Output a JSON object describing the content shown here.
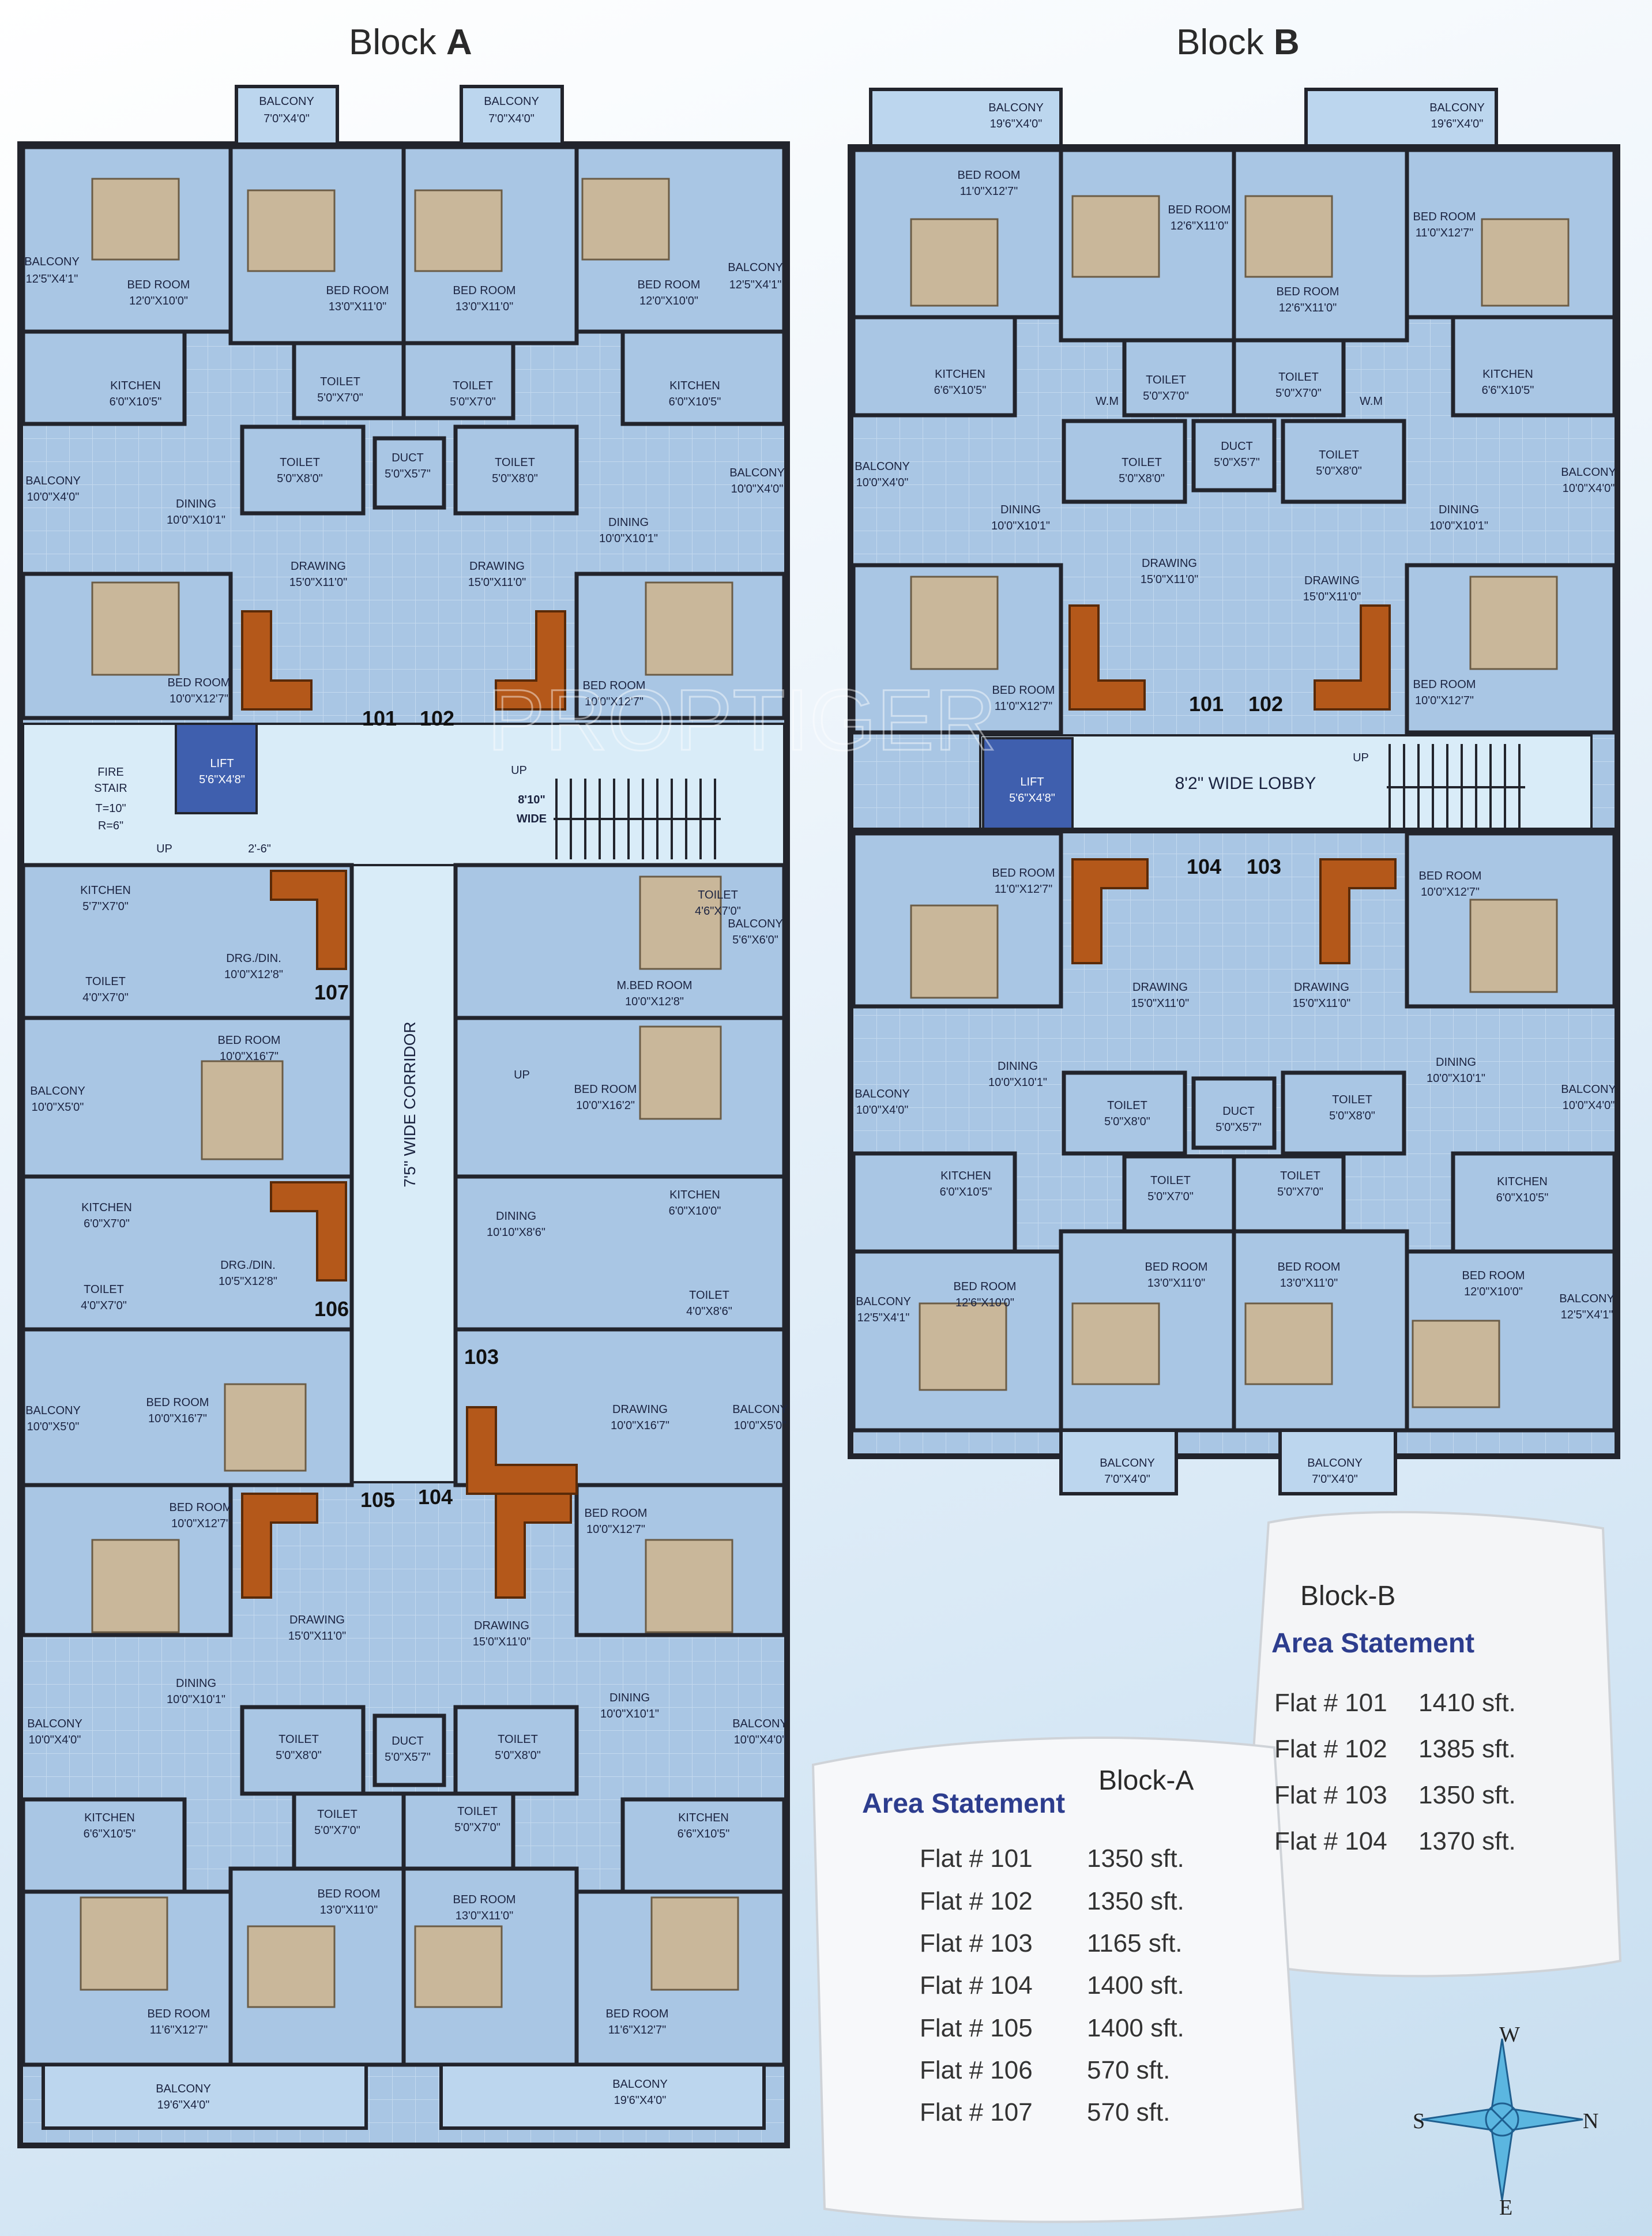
{
  "block_titles": {
    "a_prefix": "Block ",
    "a_letter": "A",
    "b_prefix": "Block ",
    "b_letter": "B"
  },
  "watermark": "PROPTIGER",
  "block_a": {
    "rooms": {
      "bal_top_l": "BALCONY",
      "bal_top_l_dim": "7'0\"X4'0\"",
      "bal_top_r": "BALCONY",
      "bal_top_r_dim": "7'0\"X4'0\"",
      "bal_l1": "BALCONY",
      "bal_l1_dim": "12'5\"X4'1\"",
      "bal_r1": "BALCONY",
      "bal_r1_dim": "12'5\"X4'1\"",
      "bed1": "BED ROOM",
      "bed1_dim": "12'0\"X10'0\"",
      "bed2": "BED ROOM",
      "bed2_dim": "13'0\"X11'0\"",
      "bed3": "BED ROOM",
      "bed3_dim": "13'0\"X11'0\"",
      "bed4": "BED ROOM",
      "bed4_dim": "12'0\"X10'0\"",
      "kit1": "KITCHEN",
      "kit1_dim": "6'0\"X10'5\"",
      "kit2": "KITCHEN",
      "kit2_dim": "6'0\"X10'5\"",
      "toi1": "TOILET",
      "toi1_dim": "5'0\"X7'0\"",
      "toi2": "TOILET",
      "toi2_dim": "5'0\"X7'0\"",
      "toi3": "TOILET",
      "toi3_dim": "5'0\"X8'0\"",
      "toi4": "TOILET",
      "toi4_dim": "5'0\"X8'0\"",
      "duct1": "DUCT",
      "duct1_dim": "5'0\"X5'7\"",
      "bal_l2": "BALCONY",
      "bal_l2_dim": "10'0\"X4'0\"",
      "bal_r2": "BALCONY",
      "bal_r2_dim": "10'0\"X4'0\"",
      "din1": "DINING",
      "din1_dim": "10'0\"X10'1\"",
      "din2": "DINING",
      "din2_dim": "10'0\"X10'1\"",
      "drw1": "DRAWING",
      "drw1_dim": "15'0\"X11'0\"",
      "drw2": "DRAWING",
      "drw2_dim": "15'0\"X11'0\"",
      "bed5": "BED ROOM",
      "bed5_dim": "10'0\"X12'7\"",
      "bed6": "BED ROOM",
      "bed6_dim": "10'0\"X12'7\"",
      "lift": "LIFT",
      "lift_dim": "5'6\"X4'8\"",
      "fire": "FIRE",
      "stair": "STAIR",
      "tread": "T=10\"",
      "riser": "R=6\"",
      "up1": "UP",
      "up2": "UP",
      "w26": "2'-6\"",
      "up3": "UP",
      "wide810": "8'10\"",
      "wide": "WIDE",
      "corridor": "7'5\" WIDE CORRIDOR",
      "kit107": "KITCHEN",
      "kit107_dim": "5'7\"X7'0\"",
      "toi107": "TOILET",
      "toi107_dim": "4'0\"X7'0\"",
      "drg107": "DRG./DIN.",
      "drg107_dim": "10'0\"X12'8\"",
      "bal107": "BALCONY",
      "bal107_dim": "10'0\"X5'0\"",
      "bed107": "BED ROOM",
      "bed107_dim": "10'0\"X16'7\"",
      "kit106": "KITCHEN",
      "kit106_dim": "6'0\"X7'0\"",
      "toi106": "TOILET",
      "toi106_dim": "4'0\"X7'0\"",
      "drg106": "DRG./DIN.",
      "drg106_dim": "10'5\"X12'8\"",
      "bal106": "BALCONY",
      "bal106_dim": "10'0\"X5'0\"",
      "bed106": "BED ROOM",
      "bed106_dim": "10'0\"X16'7\"",
      "toi103a": "TOILET",
      "toi103a_dim": "4'6\"X7'0\"",
      "bal103a": "BALCONY",
      "bal103a_dim": "5'6\"X6'0\"",
      "mbed103": "M.BED ROOM",
      "mbed103_dim": "10'0\"X12'8\"",
      "bed103": "BED ROOM",
      "bed103_dim": "10'0\"X16'2\"",
      "kit103": "KITCHEN",
      "kit103_dim": "6'0\"X10'0\"",
      "din103": "DINING",
      "din103_dim": "10'10\"X8'6\"",
      "toi103b": "TOILET",
      "toi103b_dim": "4'0\"X8'6\"",
      "drw103": "DRAWING",
      "drw103_dim": "10'0\"X16'7\"",
      "bal103b": "BALCONY",
      "bal103b_dim": "10'0\"X5'0\"",
      "bed105": "BED ROOM",
      "bed105_dim": "10'0\"X12'7\"",
      "bed104": "BED ROOM",
      "bed104_dim": "10'0\"X12'7\"",
      "drw105": "DRAWING",
      "drw105_dim": "15'0\"X11'0\"",
      "drw104": "DRAWING",
      "drw104_dim": "15'0\"X11'0\"",
      "din105": "DINING",
      "din105_dim": "10'0\"X10'1\"",
      "din104": "DINING",
      "din104_dim": "10'0\"X10'1\"",
      "bal105": "BALCONY",
      "bal105_dim": "10'0\"X4'0\"",
      "bal104": "BALCONY",
      "bal104_dim": "10'0\"X4'0\"",
      "toi105a": "TOILET",
      "toi105a_dim": "5'0\"X8'0\"",
      "toi104a": "TOILET",
      "toi104a_dim": "5'0\"X8'0\"",
      "duct2": "DUCT",
      "duct2_dim": "5'0\"X5'7\"",
      "toi105b": "TOILET",
      "toi105b_dim": "5'0\"X7'0\"",
      "toi104b": "TOILET",
      "toi104b_dim": "5'0\"X7'0\"",
      "kit105": "KITCHEN",
      "kit105_dim": "6'6\"X10'5\"",
      "kit104": "KITCHEN",
      "kit104_dim": "6'6\"X10'5\"",
      "bed105b": "BED ROOM",
      "bed105b_dim": "13'0\"X11'0\"",
      "bed104b": "BED ROOM",
      "bed104b_dim": "13'0\"X11'0\"",
      "bed105c": "BED ROOM",
      "bed105c_dim": "11'6\"X12'7\"",
      "bed104c": "BED ROOM",
      "bed104c_dim": "11'6\"X12'7\"",
      "bal105b": "BALCONY",
      "bal105b_dim": "19'6\"X4'0\"",
      "bal104b": "BALCONY",
      "bal104b_dim": "19'6\"X4'0\""
    },
    "flats": {
      "f101": "101",
      "f102": "102",
      "f107": "107",
      "f106": "106",
      "f103": "103",
      "f105": "105",
      "f104": "104"
    }
  },
  "block_b": {
    "rooms": {
      "bal_t1": "BALCONY",
      "bal_t1_dim": "19'6\"X4'0\"",
      "bal_t2": "BALCONY",
      "bal_t2_dim": "19'6\"X4'0\"",
      "bed1": "BED ROOM",
      "bed1_dim": "11'0\"X12'7\"",
      "bed2": "BED ROOM",
      "bed2_dim": "12'6\"X11'0\"",
      "bed3": "BED ROOM",
      "bed3_dim": "12'6\"X11'0\"",
      "bed4": "BED ROOM",
      "bed4_dim": "11'0\"X12'7\"",
      "kit1": "KITCHEN",
      "kit1_dim": "6'6\"X10'5\"",
      "kit2": "KITCHEN",
      "kit2_dim": "6'6\"X10'5\"",
      "wm1": "W.M",
      "wm2": "W.M",
      "toi1": "TOILET",
      "toi1_dim": "5'0\"X7'0\"",
      "toi2": "TOILET",
      "toi2_dim": "5'0\"X7'0\"",
      "duct1": "DUCT",
      "duct1_dim": "5'0\"X5'7\"",
      "toi3": "TOILET",
      "toi3_dim": "5'0\"X8'0\"",
      "toi4": "TOILET",
      "toi4_dim": "5'0\"X8'0\"",
      "bal_l1": "BALCONY",
      "bal_l1_dim": "10'0\"X4'0\"",
      "bal_r1": "BALCONY",
      "bal_r1_dim": "10'0\"X4'0\"",
      "din1": "DINING",
      "din1_dim": "10'0\"X10'1\"",
      "din2": "DINING",
      "din2_dim": "10'0\"X10'1\"",
      "drw1": "DRAWING",
      "drw1_dim": "15'0\"X11'0\"",
      "drw2": "DRAWING",
      "drw2_dim": "15'0\"X11'0\"",
      "bed5": "BED ROOM",
      "bed5_dim": "11'0\"X12'7\"",
      "bed6": "BED ROOM",
      "bed6_dim": "10'0\"X12'7\"",
      "lift": "LIFT",
      "lift_dim": "5'6\"X4'8\"",
      "lobby": "8'2\" WIDE LOBBY",
      "up": "UP",
      "bed7": "BED ROOM",
      "bed7_dim": "11'0\"X12'7\"",
      "bed8": "BED ROOM",
      "bed8_dim": "10'0\"X12'7\"",
      "drw3": "DRAWING",
      "drw3_dim": "15'0\"X11'0\"",
      "drw4": "DRAWING",
      "drw4_dim": "15'0\"X11'0\"",
      "din3": "DINING",
      "din3_dim": "10'0\"X10'1\"",
      "din4": "DINING",
      "din4_dim": "10'0\"X10'1\"",
      "bal_l2": "BALCONY",
      "bal_l2_dim": "10'0\"X4'0\"",
      "bal_r2": "BALCONY",
      "bal_r2_dim": "10'0\"X4'0\"",
      "toi5": "TOILET",
      "toi5_dim": "5'0\"X8'0\"",
      "duct2": "DUCT",
      "duct2_dim": "5'0\"X5'7\"",
      "toi6": "TOILET",
      "toi6_dim": "5'0\"X8'0\"",
      "toi7": "TOILET",
      "toi7_dim": "5'0\"X7'0\"",
      "toi8": "TOILET",
      "toi8_dim": "5'0\"X7'0\"",
      "kit3": "KITCHEN",
      "kit3_dim": "6'0\"X10'5\"",
      "kit4": "KITCHEN",
      "kit4_dim": "6'0\"X10'5\"",
      "bal_l3": "BALCONY",
      "bal_l3_dim": "12'5\"X4'1\"",
      "bal_r3": "BALCONY",
      "bal_r3_dim": "12'5\"X4'1\"",
      "bed9": "BED ROOM",
      "bed9_dim": "12'6\"X10'0\"",
      "bed10": "BED ROOM",
      "bed10_dim": "13'0\"X11'0\"",
      "bed11": "BED ROOM",
      "bed11_dim": "13'0\"X11'0\"",
      "bed12": "BED ROOM",
      "bed12_dim": "12'0\"X10'0\"",
      "bal_b1": "BALCONY",
      "bal_b1_dim": "7'0\"X4'0\"",
      "bal_b2": "BALCONY",
      "bal_b2_dim": "7'0\"X4'0\""
    },
    "flats": {
      "f101": "101",
      "f102": "102",
      "f104": "104",
      "f103": "103"
    }
  },
  "area_a": {
    "block": "Block-A",
    "heading": "Area Statement",
    "rows": [
      {
        "flat": "Flat # 101",
        "area": "1350 sft."
      },
      {
        "flat": "Flat # 102",
        "area": "1350 sft."
      },
      {
        "flat": "Flat # 103",
        "area": "1165 sft."
      },
      {
        "flat": "Flat # 104",
        "area": "1400 sft."
      },
      {
        "flat": "Flat # 105",
        "area": "1400 sft."
      },
      {
        "flat": "Flat # 106",
        "area": "570 sft."
      },
      {
        "flat": "Flat # 107",
        "area": "570 sft."
      }
    ]
  },
  "area_b": {
    "block": "Block-B",
    "heading": "Area Statement",
    "rows": [
      {
        "flat": "Flat # 101",
        "area": "1410 sft."
      },
      {
        "flat": "Flat # 102",
        "area": "1385 sft."
      },
      {
        "flat": "Flat # 103",
        "area": "1350 sft."
      },
      {
        "flat": "Flat # 104",
        "area": "1370 sft."
      }
    ]
  },
  "compass": {
    "w": "W",
    "n": "N",
    "s": "S",
    "e": "E"
  },
  "colors": {
    "room": "#a9c6e4",
    "wall": "#22242c",
    "corridor": "#d9ecf8",
    "lift": "#3f5fae",
    "sofa": "#b4581a",
    "heading": "#2d3d8e"
  }
}
